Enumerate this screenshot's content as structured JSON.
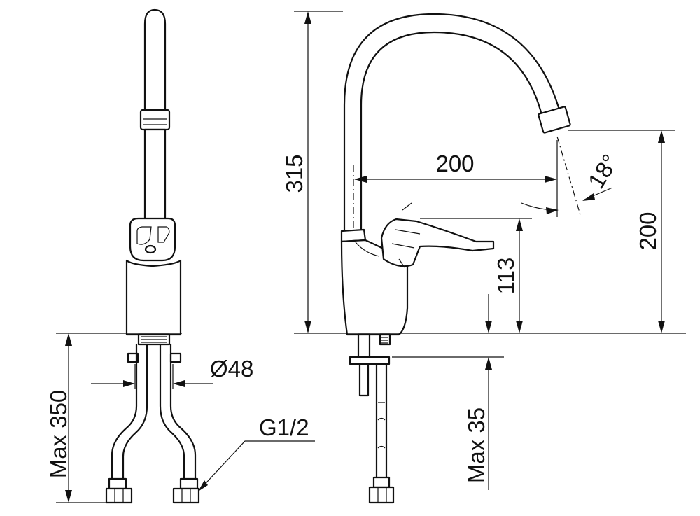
{
  "dimensions": {
    "height_total": "315",
    "spout_reach": "200",
    "spout_height": "200",
    "lever_height": "113",
    "aerator_angle": "18°",
    "hose_length": "Max 350",
    "body_diameter": "Ø48",
    "connection_thread": "G1/2",
    "deck_thickness": "Max 35"
  }
}
